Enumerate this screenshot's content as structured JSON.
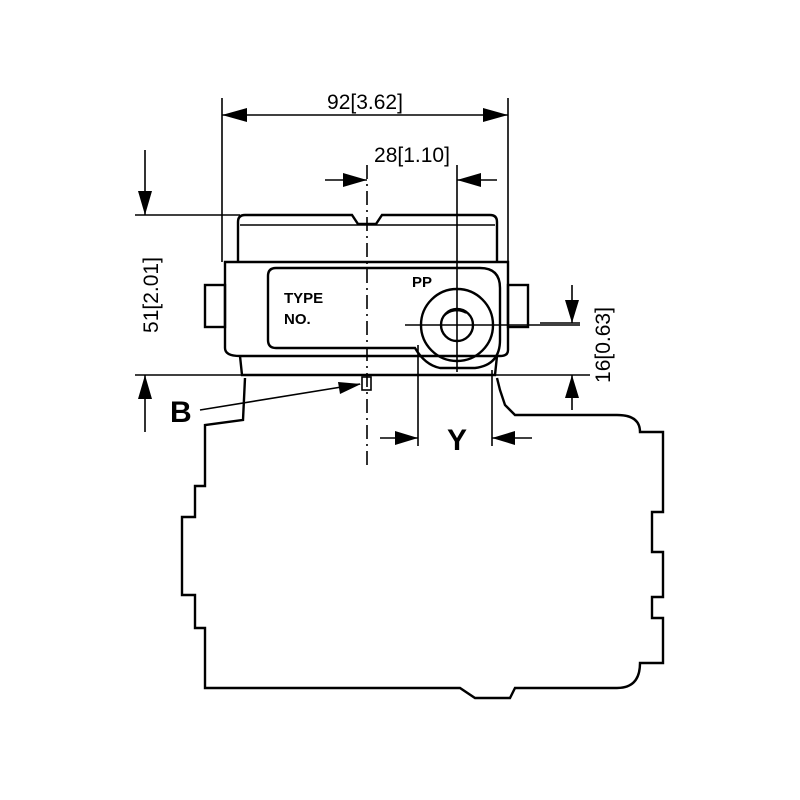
{
  "dimensions": {
    "overall_width": "92[3.62]",
    "offset": "28[1.10]",
    "height": "51[2.01]",
    "port_height": "16[0.63]"
  },
  "labels": {
    "type_line1": "TYPE",
    "type_line2": "NO.",
    "port": "PP",
    "y_dim": "Y",
    "b_callout": "B"
  }
}
